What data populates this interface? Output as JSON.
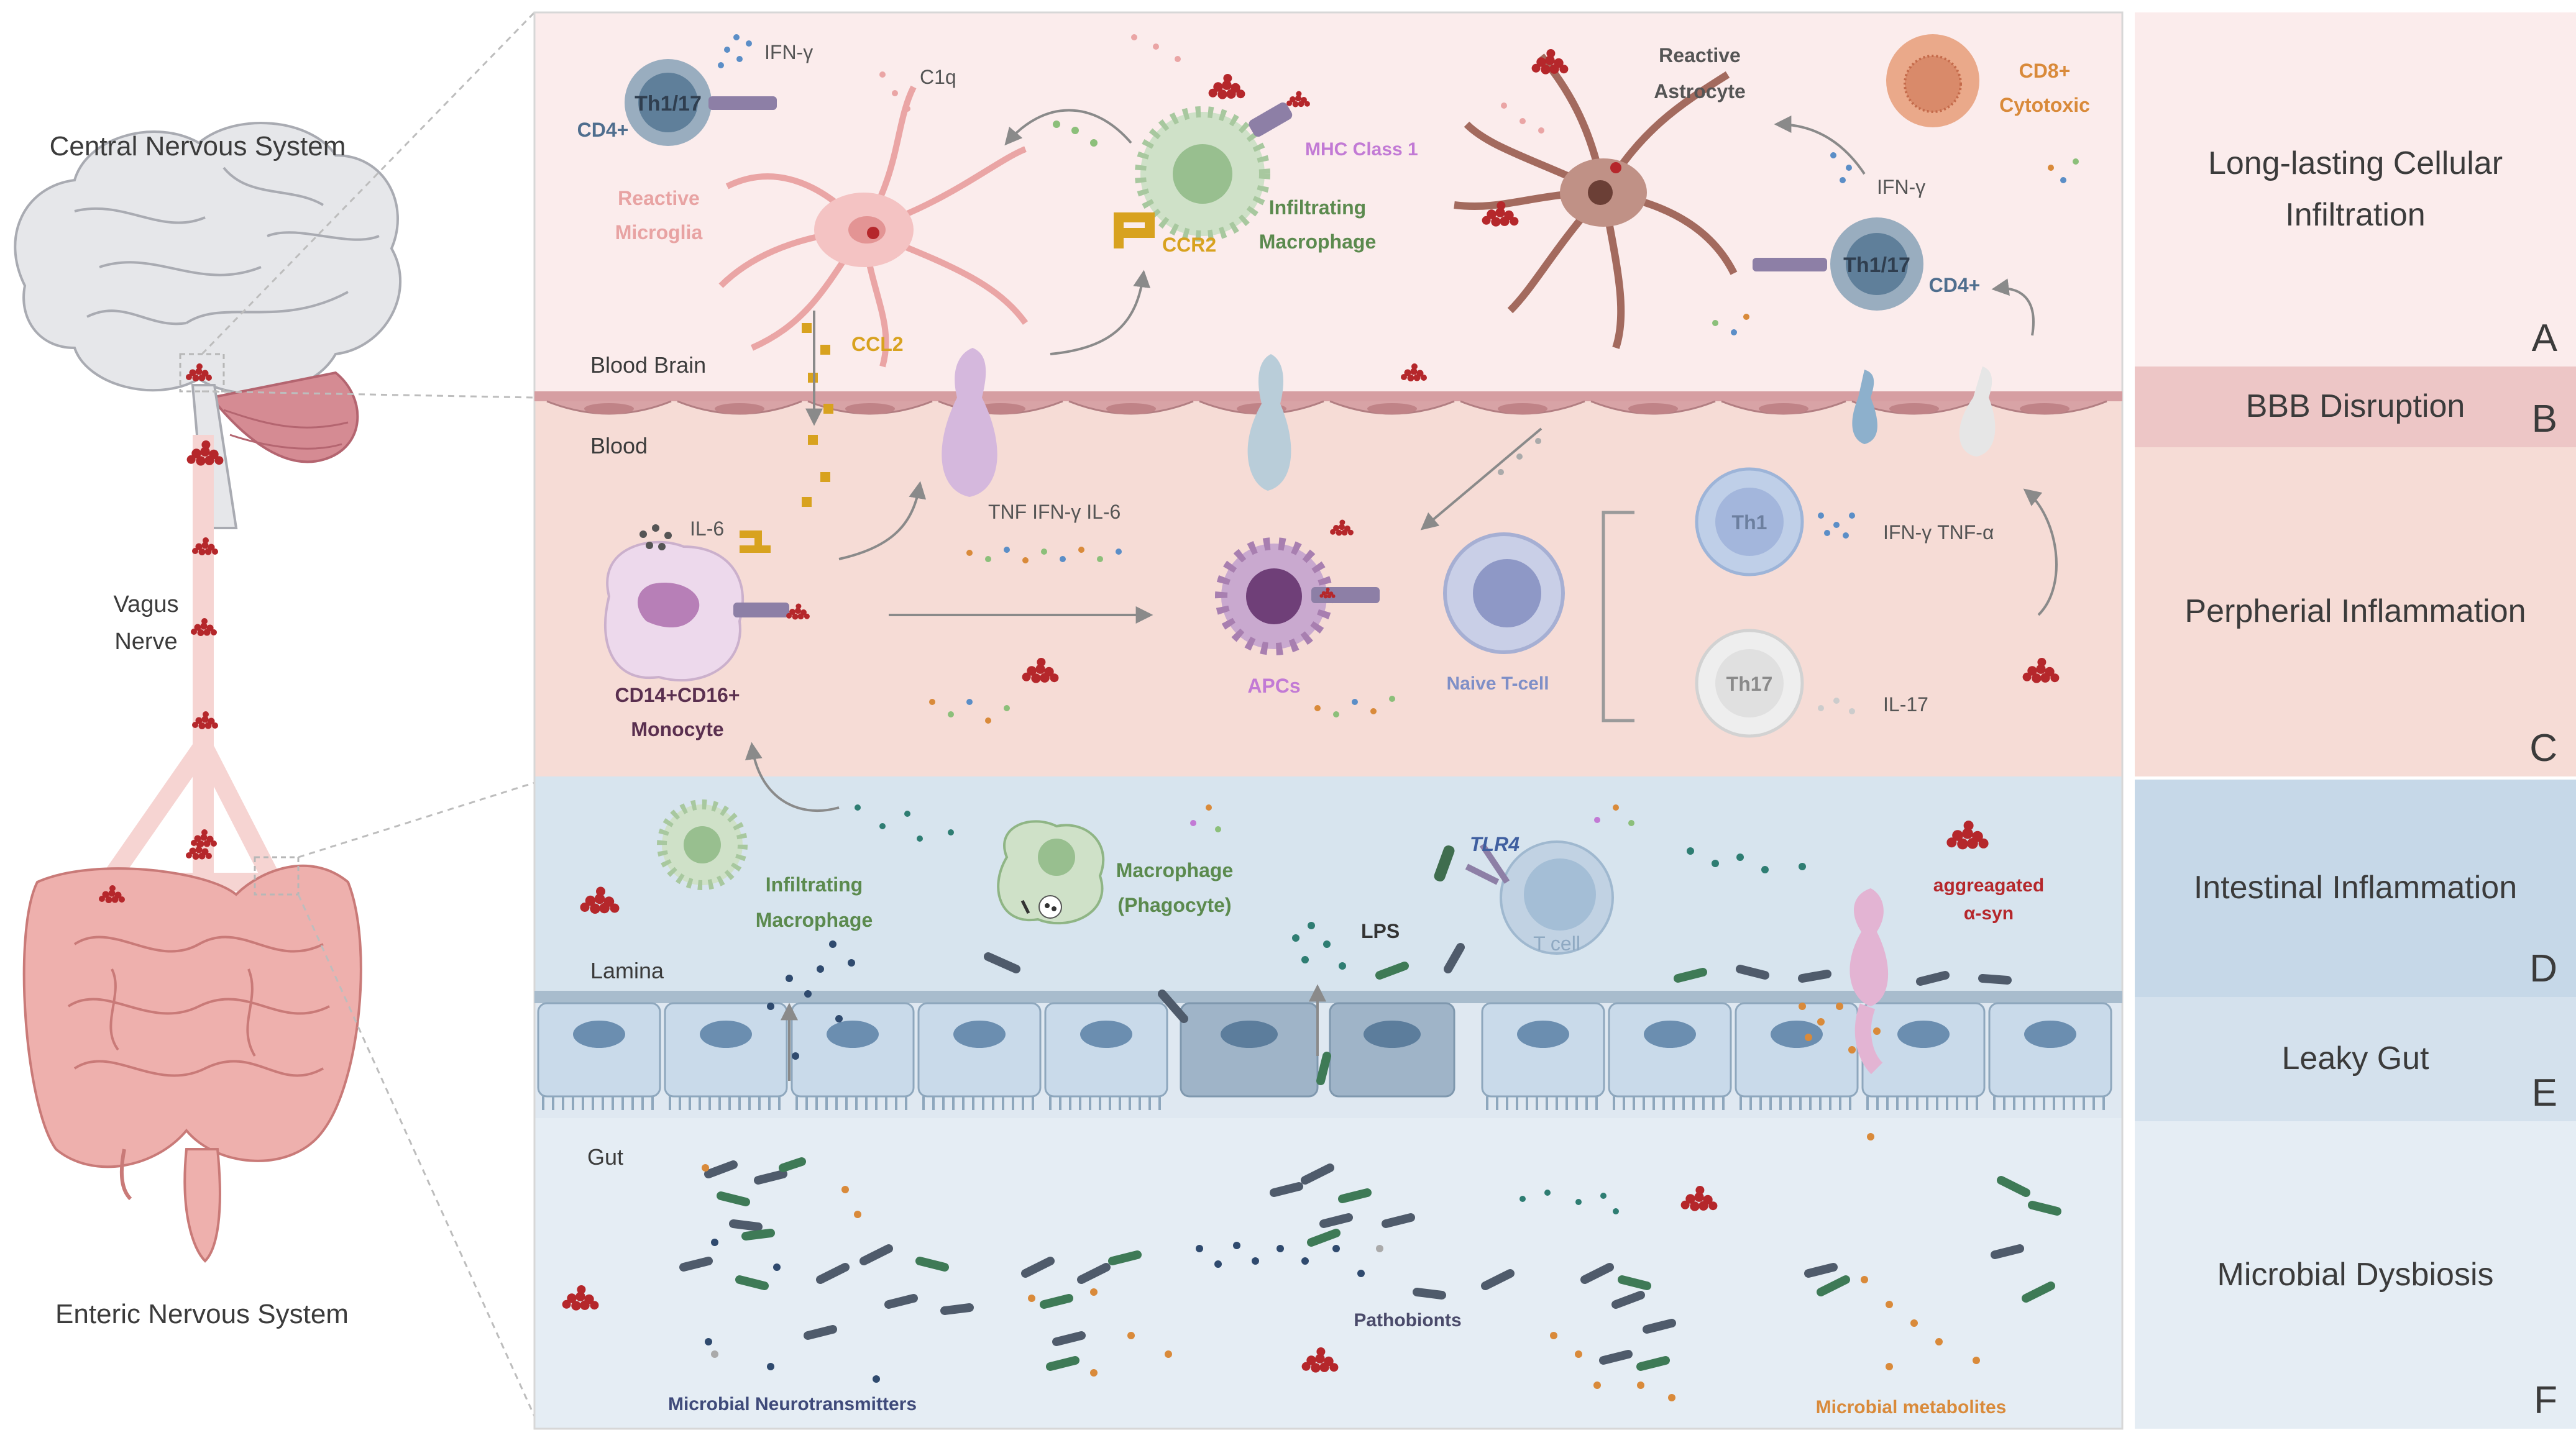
{
  "left": {
    "cns": "Central Nervous System",
    "ens": "Enteric Nervous System",
    "vagus_line1": "Vagus",
    "vagus_line2": "Nerve"
  },
  "barriers": {
    "blood_brain": "Blood Brain",
    "blood": "Blood",
    "lamina": "Lamina",
    "gut": "Gut"
  },
  "cns_panel": {
    "cd4_top": "CD4+",
    "th117_top": "Th1/17",
    "ifng_top": "IFN-γ",
    "c1q": "C1q",
    "microglia_line1": "Reactive",
    "microglia_line2": "Microglia",
    "mhc": "MHC Class 1",
    "macrophage_line1": "Infiltrating",
    "macrophage_line2": "Macrophage",
    "ccr2": "CCR2",
    "ccl2": "CCL2",
    "astro_line1": "Reactive",
    "astro_line2": "Astrocyte",
    "cd8_line1": "CD8+",
    "cd8_line2": "Cytotoxic",
    "ifng_right": "IFN-γ",
    "th117_right": "Th1/17",
    "cd4_right": "CD4+"
  },
  "blood_panel": {
    "il6": "IL-6",
    "monocyte_line1": "CD14+CD16+",
    "monocyte_line2": "Monocyte",
    "cytokines": "TNF IFN-γ IL-6",
    "apcs": "APCs",
    "naive": "Naive T-cell",
    "th1": "Th1",
    "th1_out": "IFN-γ TNF-α",
    "th17": "Th17",
    "th17_out": "IL-17"
  },
  "gut_panel": {
    "infil_line1": "Infiltrating",
    "infil_line2": "Macrophage",
    "phago_line1": "Macrophage",
    "phago_line2": "(Phagocyte)",
    "tlr4": "TLR4",
    "lps": "LPS",
    "tcell": "T cell",
    "asyn_line1": "aggreagated",
    "asyn_line2": "α-syn",
    "pathobionts": "Pathobionts",
    "neurotransmitters": "Microbial Neurotransmitters",
    "metabolites": "Microbial metabolites"
  },
  "side": [
    {
      "title_line1": "Long-lasting Cellular",
      "title_line2": "Infiltration",
      "letter": "A"
    },
    {
      "title_line1": "BBB Disruption",
      "title_line2": "",
      "letter": "B"
    },
    {
      "title_line1": "Perpherial Inflammation",
      "title_line2": "",
      "letter": "C"
    },
    {
      "title_line1": "Intestinal Inflammation",
      "title_line2": "",
      "letter": "D"
    },
    {
      "title_line1": "Leaky Gut",
      "title_line2": "",
      "letter": "E"
    },
    {
      "title_line1": "Microbial Dysbiosis",
      "title_line2": "",
      "letter": "F"
    }
  ],
  "colors": {
    "cns_bg": "#fbecec",
    "blood_bg": "#f6dcd6",
    "gut_bg": "#d7e4ee",
    "lumen_bg": "#e5edf4",
    "asyn": "#b5272b",
    "macrophage": "#93b98d",
    "microglia": "#f1b1b1",
    "astrocyte": "#a36a5e",
    "tcell": "#9fb3c7",
    "apc": "#8d5c92",
    "orange": "#d98a3a",
    "ccl2": "#d8a21f"
  }
}
